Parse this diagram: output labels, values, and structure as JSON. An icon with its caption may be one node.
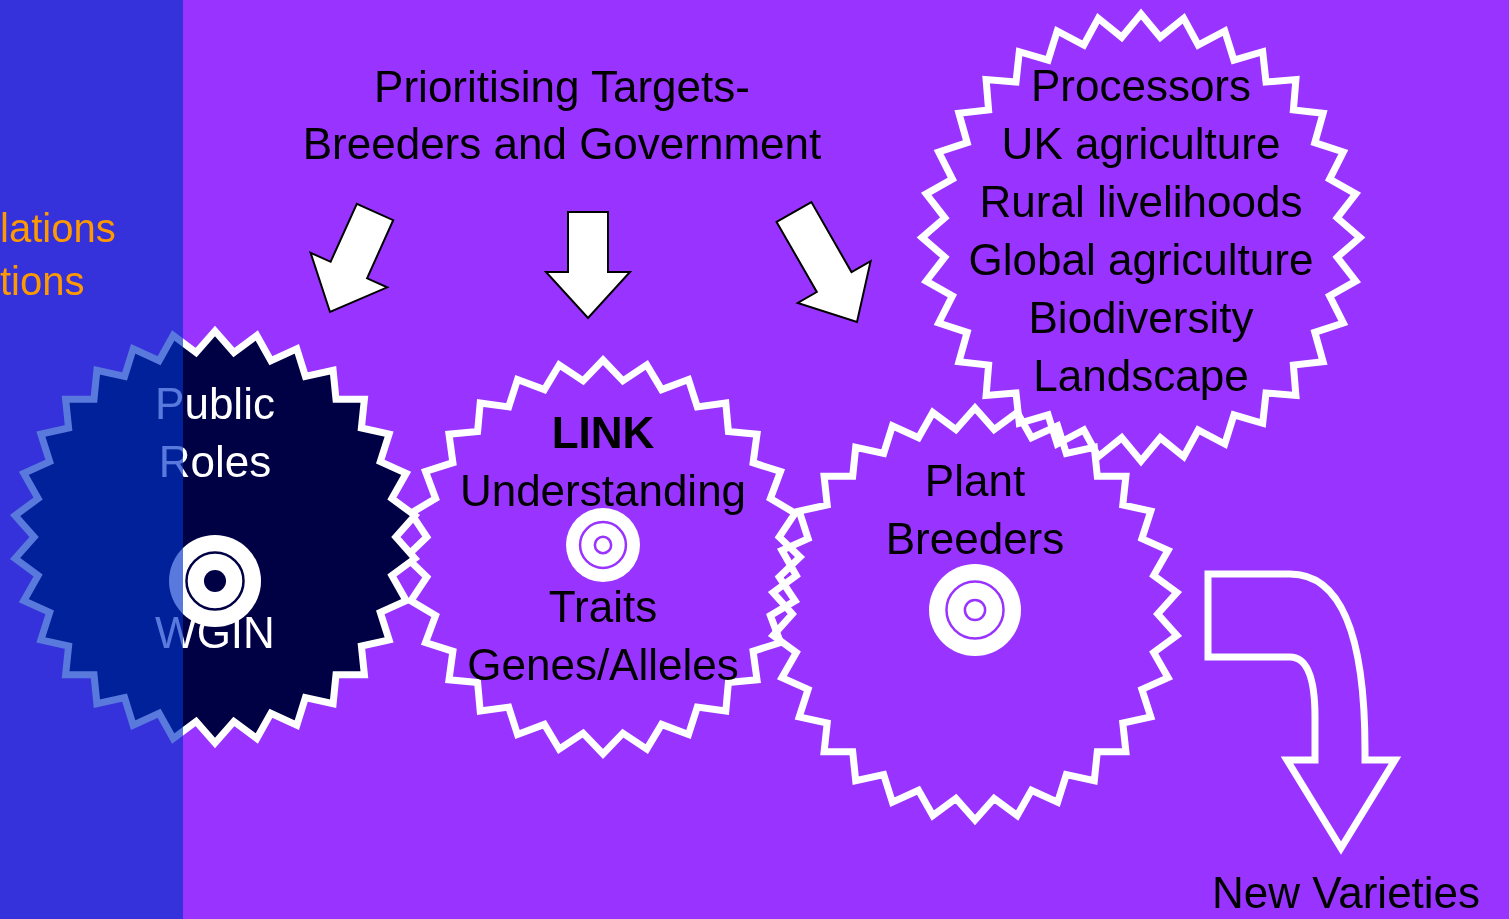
{
  "diagram": {
    "nodes": [
      {
        "text": [
          "Prioritising Targets- Breeders and Government"
        ]
      },
      {
        "text": [
          "Public Roles",
          "WGIN"
        ]
      },
      {
        "text": [
          "**LINK** Understanding",
          "Traits Genes/Alleles"
        ]
      },
      {
        "text": [
          "Plant Breeders"
        ]
      },
      {
        "text": [
          "Processors",
          "UK agriculture",
          "Rural livelihoods",
          "Global agriculture",
          "Biodiversity",
          "Landscape"
        ]
      },
      {
        "text": [
          "New Varieties"
        ]
      }
    ],
    "edges": [
      {
        "from": 0,
        "to": 1,
        "arrow": "to"
      },
      {
        "from": 0,
        "to": 2,
        "arrow": "to"
      },
      {
        "from": 0,
        "to": 3,
        "arrow": "to"
      },
      {
        "from": 3,
        "to": 5,
        "arrow": "to"
      }
    ],
    "labels": [
      "lations",
      "tions"
    ]
  }
}
